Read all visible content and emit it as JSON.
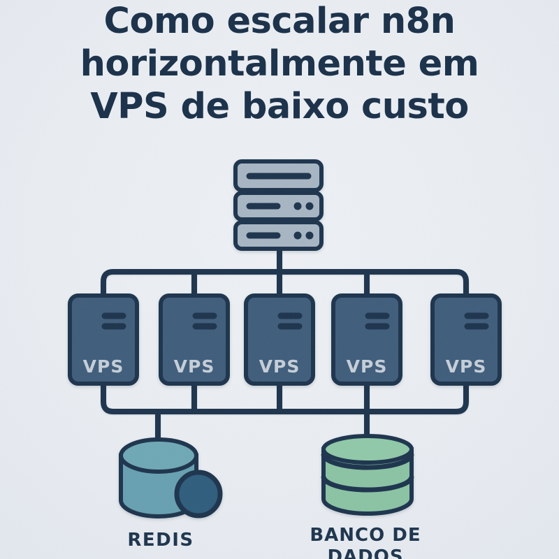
{
  "title": {
    "line1": "Como escalar n8n",
    "line2": "horizontalmente em",
    "line3": "VPS de baixo custo"
  },
  "diagram": {
    "load_balancer": {
      "icon": "server-stack-icon",
      "rack_units": 3
    },
    "vps_nodes": [
      {
        "label": "VPS"
      },
      {
        "label": "VPS"
      },
      {
        "label": "VPS"
      },
      {
        "label": "VPS"
      },
      {
        "label": "VPS"
      }
    ],
    "redis": {
      "icon": "cache-cylinder-icon",
      "label": "REDIS"
    },
    "database": {
      "icon": "database-cylinder-icon",
      "label_line1": "BANCO DE",
      "label_line2": "DADOS"
    }
  },
  "colors": {
    "background": "#e9edf2",
    "outline_navy": "#1d344d",
    "title_text": "#1a3049",
    "server_fill": "#a7b5c3",
    "vps_fill": "#3f5d7b",
    "vps_label_text": "#c5ced8",
    "redis_body_fill": "#67a0b1",
    "redis_top_fill": "#6fa8b6",
    "redis_circle_fill": "#2f5d7c",
    "database_body_fill": "#8ac3a3",
    "database_top_fill": "#90c8a8"
  }
}
